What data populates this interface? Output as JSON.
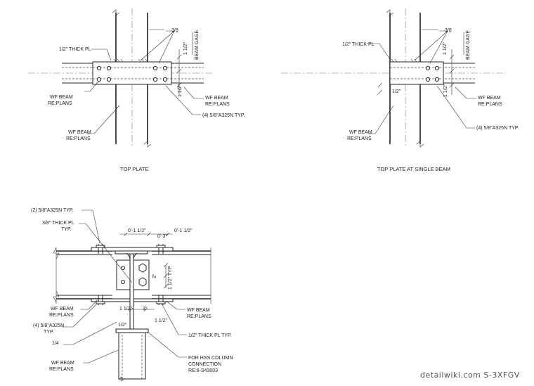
{
  "detail1": {
    "title": "TOP PLATE",
    "labels": {
      "plate": "1/2\" THICK PL",
      "weld": "3/8",
      "gage_dim": "1 1/2\"",
      "gage": "BEAM GAGE",
      "edge_dim": "1 1/2\"",
      "beam_left": [
        "WF BEAM",
        "RE:PLANS"
      ],
      "beam_right": [
        "WF BEAM",
        "RE:PLANS"
      ],
      "bolts": "(4) 5/8\"A325N TYP.",
      "beam_bottom": [
        "WF BEAM",
        "RE:PLANS"
      ]
    }
  },
  "detail2": {
    "title": "TOP PLATE AT SINGLE BEAM",
    "labels": {
      "plate": "1/2\" THICK PL",
      "weld": "3/8",
      "gage_dim": "1 1/2\"",
      "gage": "BEAM GAGE",
      "left_dim": "1/2\"",
      "edge_dim": "1 1/2\"",
      "beam_right": [
        "WF BEAM",
        "RE:PLANS"
      ],
      "bolts": "(4) 5/8\"A325N TYP.",
      "beam_bottom": [
        "WF BEAM",
        "RE:PLANS"
      ]
    }
  },
  "detail3": {
    "labels": {
      "bolts_top": "(2) 5/8\"A325N TYP.",
      "plate_top": [
        "3/8\" THICK PL",
        "TYP."
      ],
      "dim_left": "0'-1 1/2\"",
      "dim_mid": "0'-3\"",
      "dim_right": "0'-1 1/2\"",
      "dim_3": "3\"",
      "dim_side": "1 1/2\" TYP.",
      "beam_left": [
        "WF BEAM",
        "RE:PLANS"
      ],
      "bolts_left": [
        "(4) 5/8\"A325N",
        "TYP."
      ],
      "dim_b1": "1 1/2\"",
      "dim_b2": "3\"",
      "dim_b3": "1 1/2\"",
      "weld_half": "1/2\"",
      "weld_quarter": "1/4",
      "beam_right": [
        "WF BEAM",
        "RE:PLANS"
      ],
      "plate_bottom": "1/2\" THICK PL TYP.",
      "hss": [
        "FOR HSS COLUMN",
        "CONNECTION",
        "RE:6-S43003"
      ],
      "beam_bottom": [
        "WF BEAM",
        "RE:PLANS"
      ]
    }
  },
  "watermark": "detailwiki.com  S-3XFGV"
}
